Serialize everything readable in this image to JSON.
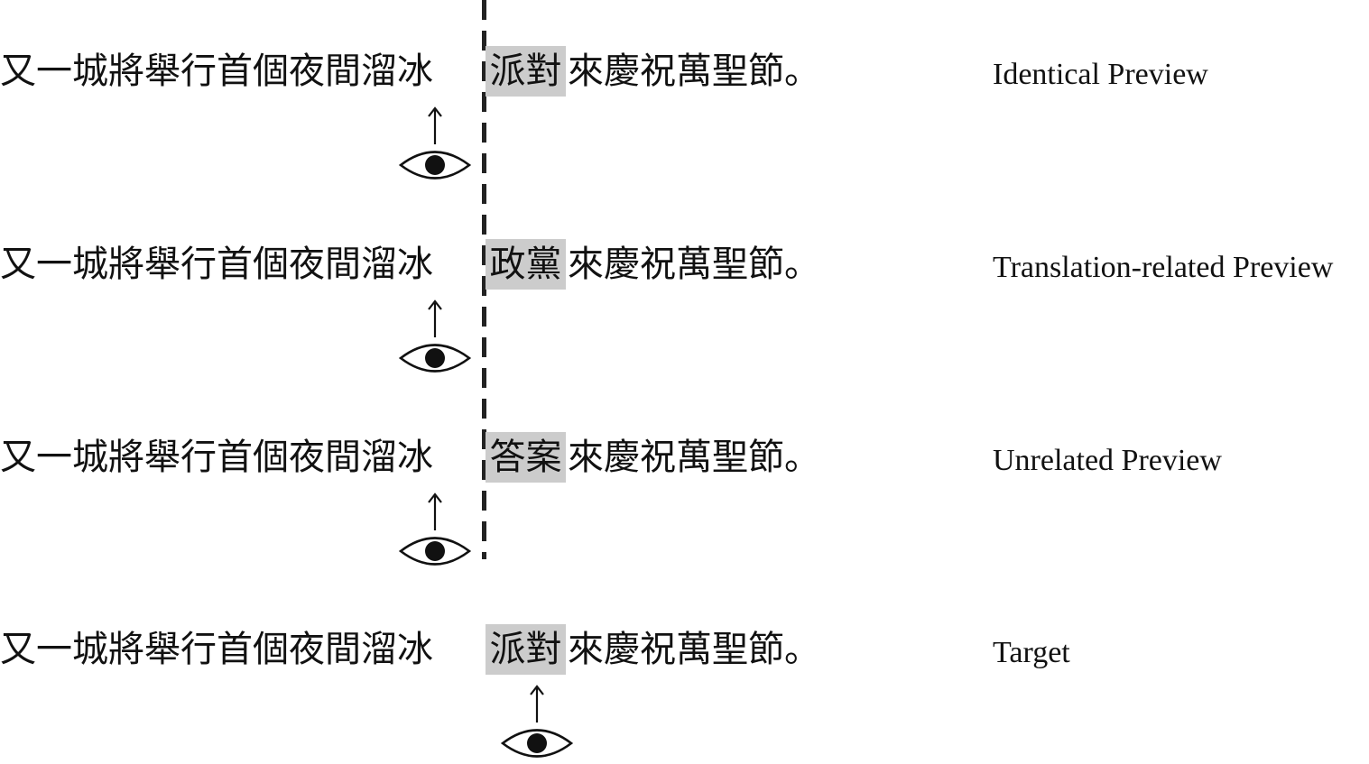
{
  "rows": [
    {
      "pre_text": "又一城將舉行首個夜間溜冰",
      "highlight": "派對",
      "post_text": "來慶祝萬聖節。",
      "condition": "Identical Preview"
    },
    {
      "pre_text": "又一城將舉行首個夜間溜冰",
      "highlight": "政黨",
      "post_text": "來慶祝萬聖節。",
      "condition": "Translation-related Preview"
    },
    {
      "pre_text": "又一城將舉行首個夜間溜冰",
      "highlight": "答案",
      "post_text": "來慶祝萬聖節。",
      "condition": "Unrelated Preview"
    },
    {
      "pre_text": "又一城將舉行首個夜間溜冰",
      "highlight": "派對",
      "post_text": "來慶祝萬聖節。",
      "condition": "Target"
    }
  ],
  "colors": {
    "highlight": "#cccccc",
    "text": "#111111"
  },
  "icons": {
    "fixation": "eye-icon",
    "direction": "arrow-up-icon",
    "boundary": "dashed-boundary-line"
  }
}
